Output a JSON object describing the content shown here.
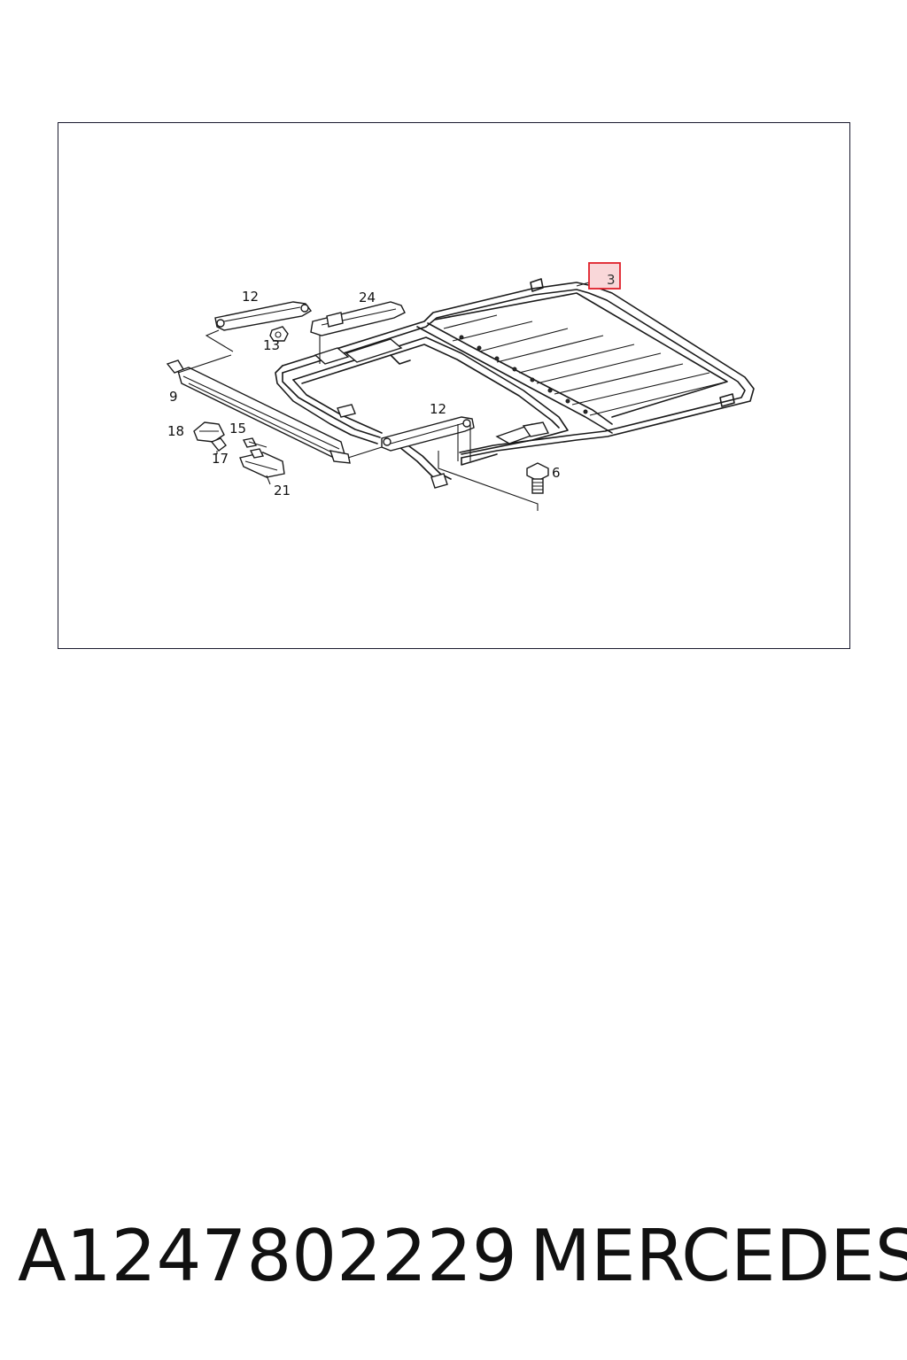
{
  "diagram": {
    "callouts": {
      "c3": "3",
      "c6": "6",
      "c9": "9",
      "c12a": "12",
      "c12b": "12",
      "c13": "13",
      "c15": "15",
      "c17": "17",
      "c18": "18",
      "c21": "21",
      "c24": "24"
    },
    "highlight_color": "#e0202a",
    "highlight_fill": "#f9d7d9"
  },
  "footer": {
    "part_number": "A1247802229",
    "brand": "MERCEDES"
  }
}
